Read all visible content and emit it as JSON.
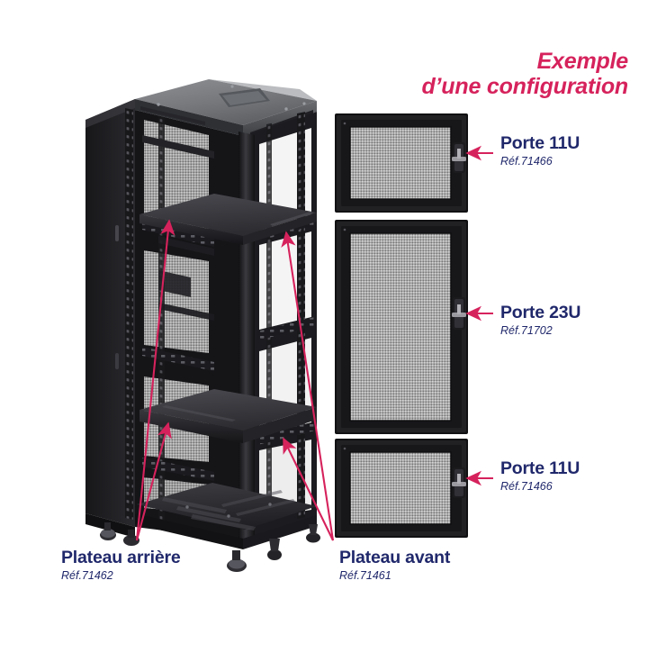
{
  "figure": {
    "subject": "rack-cabinet-configuration-diagram",
    "background_color": "#ffffff",
    "accent_color": "#d6225c",
    "label_color": "#20286b"
  },
  "title": {
    "line1": "Exemple",
    "line2": "d’une configuration"
  },
  "callouts": [
    {
      "id": "porte-11u-top",
      "title": "Porte 11U",
      "ref": "Réf.71466"
    },
    {
      "id": "porte-23u",
      "title": "Porte 23U",
      "ref": "Réf.71702"
    },
    {
      "id": "porte-11u-bottom",
      "title": "Porte 11U",
      "ref": "Réf.71466"
    },
    {
      "id": "plateau-arriere",
      "title": "Plateau arrière",
      "ref": "Réf.71462"
    },
    {
      "id": "plateau-avant",
      "title": "Plateau avant",
      "ref": "Réf.71461"
    }
  ],
  "doors": [
    {
      "id": "door-11u-top",
      "height_units": "11U",
      "panel": "perforated-mesh",
      "handle": "t-lever-handle"
    },
    {
      "id": "door-23u",
      "height_units": "23U",
      "panel": "perforated-mesh",
      "handle": "t-lever-handle"
    },
    {
      "id": "door-11u-bottom",
      "height_units": "11U",
      "panel": "perforated-mesh",
      "handle": "t-lever-handle"
    }
  ],
  "cabinet": {
    "id": "server-rack-cabinet",
    "top_panel": "cable-entry-cutout",
    "side_panel": "perforated-mesh",
    "shelves": [
      "plateau-arriere",
      "plateau-avant"
    ],
    "base": "castors-and-levelling-feet"
  }
}
